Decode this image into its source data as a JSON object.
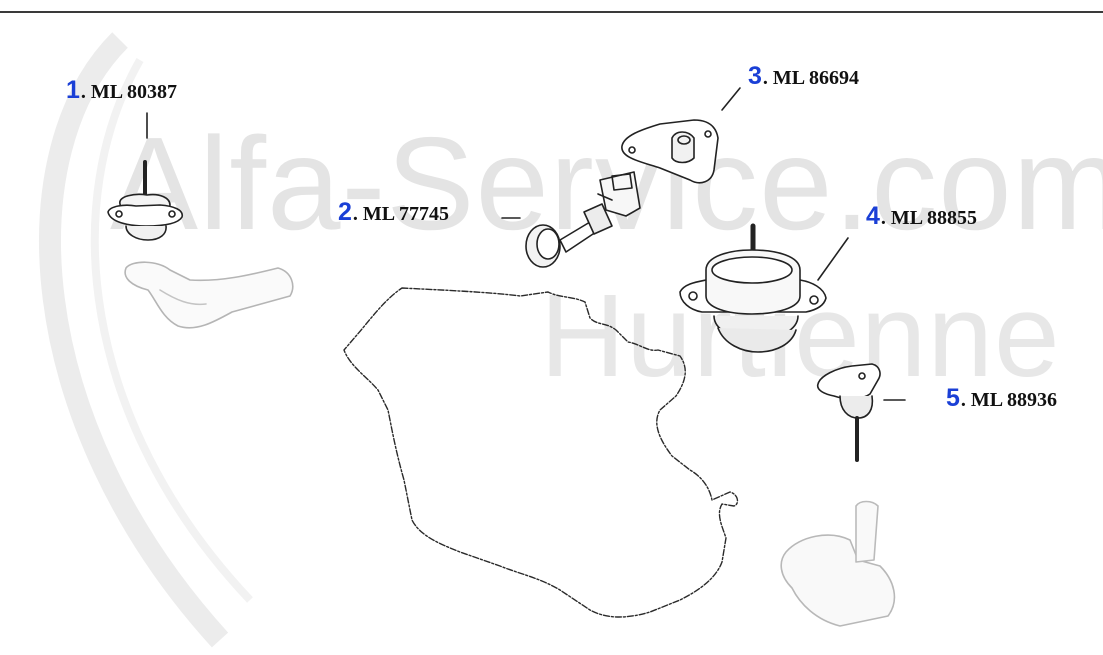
{
  "watermark": {
    "line1": "Alfa-Service.com",
    "line2": "Hurtienne"
  },
  "colors": {
    "number": "#1a3fd6",
    "line": "#222222",
    "watermark": "#e4e4e4"
  },
  "parts": [
    {
      "number": "1",
      "code": ". ML 80387"
    },
    {
      "number": "2",
      "code": ". ML 77745"
    },
    {
      "number": "3",
      "code": ". ML 86694"
    },
    {
      "number": "4",
      "code": ". ML 88855"
    },
    {
      "number": "5",
      "code": ". ML 88936"
    }
  ]
}
